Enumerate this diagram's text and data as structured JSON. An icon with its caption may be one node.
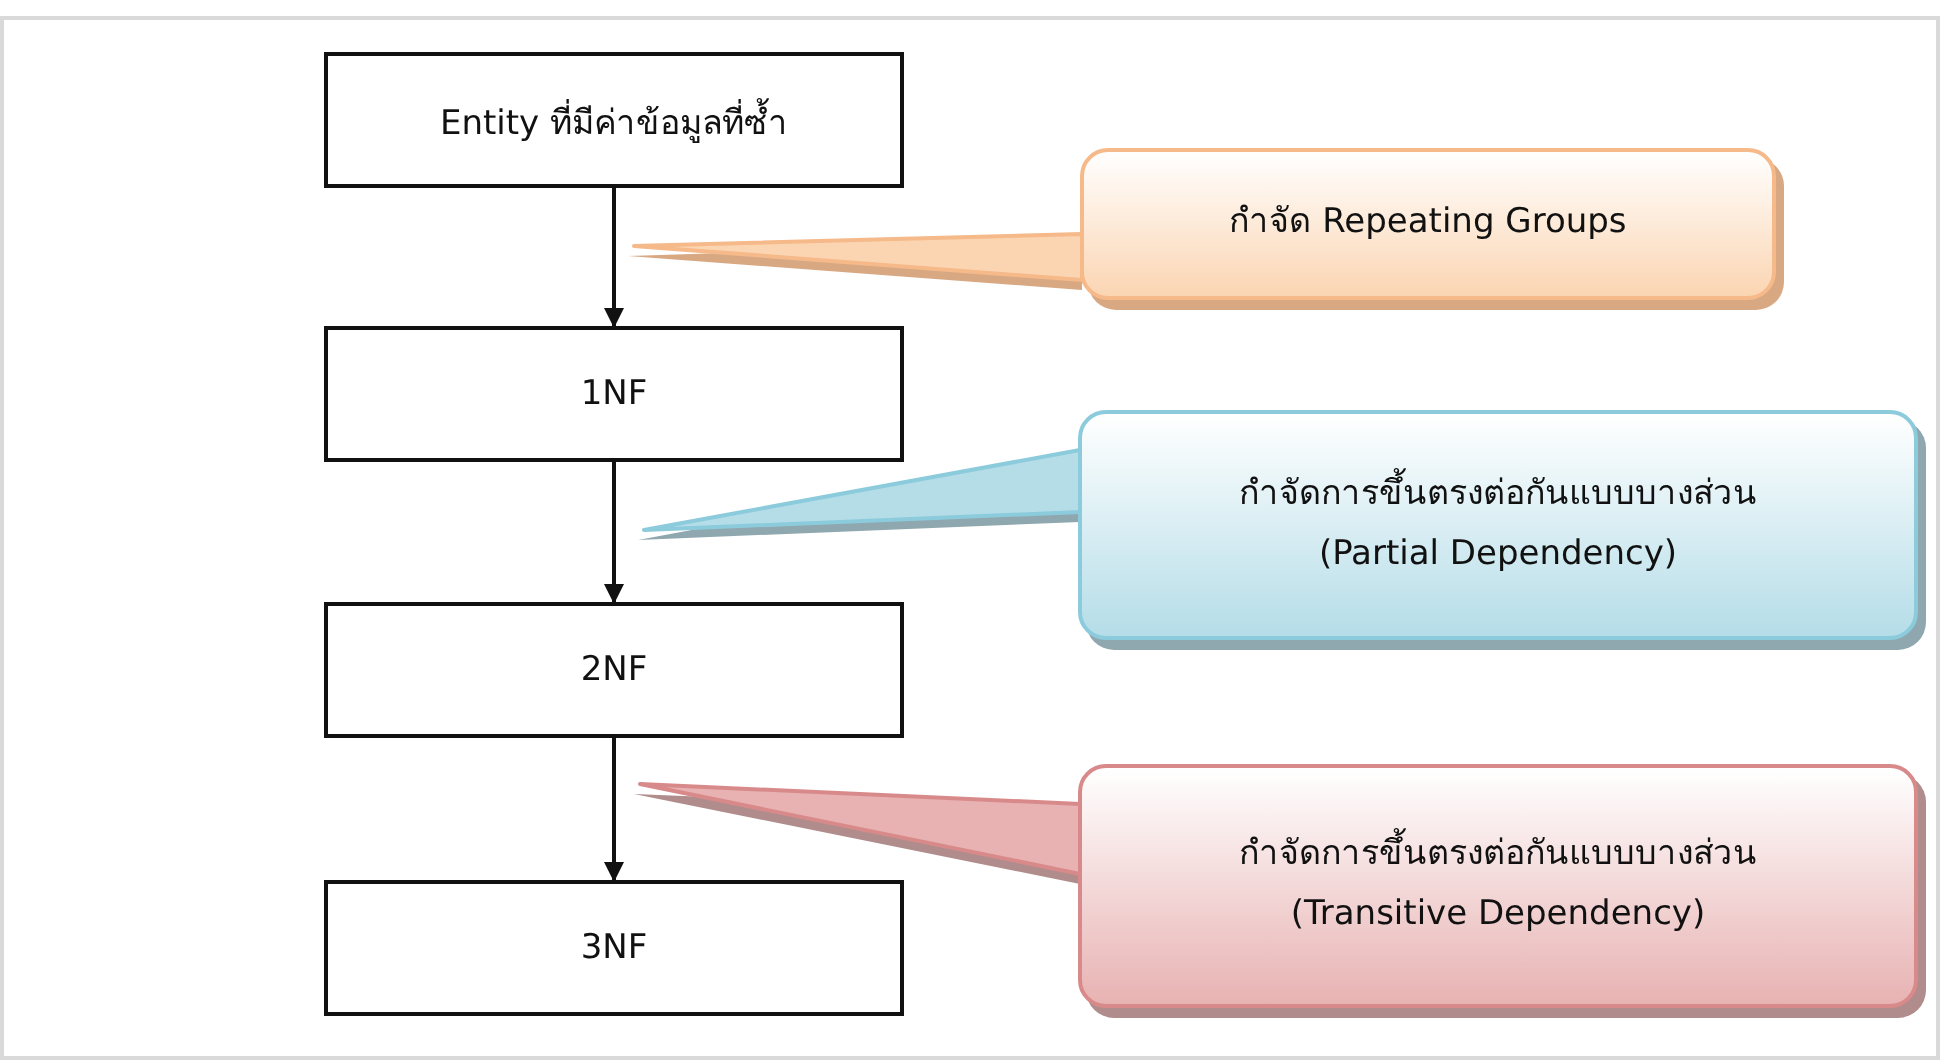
{
  "diagram": {
    "nodes": [
      {
        "text": [
          "Entity ที่มีค่าข้อมูลที่ซ้ำ"
        ]
      },
      {
        "text": [
          "1NF"
        ]
      },
      {
        "text": [
          "2NF"
        ]
      },
      {
        "text": [
          "3NF"
        ]
      },
      {
        "text": [
          "กำจัด Repeating Groups"
        ]
      },
      {
        "text": [
          "กำจัดการขึ้นตรงต่อกันแบบบางส่วน (Partial Dependency)"
        ]
      },
      {
        "text": [
          "กำจัดการขึ้นตรงต่อกันแบบบางส่วน (Transitive Dependency)"
        ]
      }
    ],
    "edges": [
      {
        "from": 0,
        "to": 1,
        "arrow": "to"
      },
      {
        "from": 1,
        "to": 2,
        "arrow": "to"
      },
      {
        "from": 2,
        "to": 3,
        "arrow": "to"
      },
      {
        "from": 4,
        "to": null,
        "arrow": "to"
      },
      {
        "from": 5,
        "to": null,
        "arrow": "to"
      },
      {
        "from": 6,
        "to": null,
        "arrow": "to"
      }
    ]
  }
}
